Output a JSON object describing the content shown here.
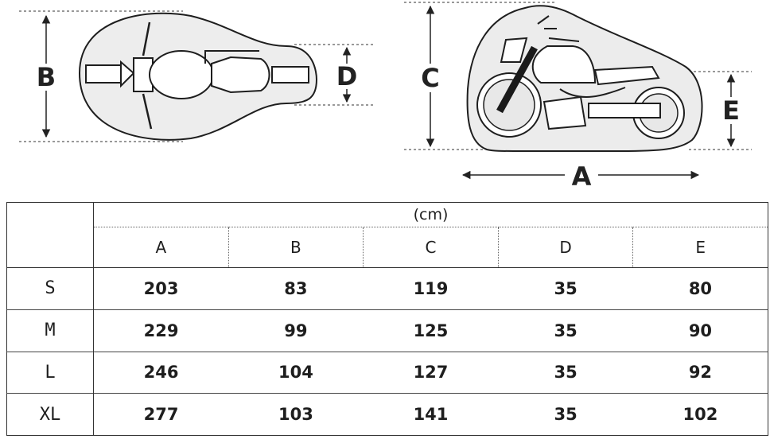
{
  "diagram": {
    "labels": {
      "A": "A",
      "B": "B",
      "C": "C",
      "D": "D",
      "E": "E"
    }
  },
  "table": {
    "unit": "(cm)",
    "columns": [
      "A",
      "B",
      "C",
      "D",
      "E"
    ],
    "rows": [
      {
        "size": "S",
        "values": [
          "203",
          "83",
          "119",
          "35",
          "80"
        ]
      },
      {
        "size": "M",
        "values": [
          "229",
          "99",
          "125",
          "35",
          "90"
        ]
      },
      {
        "size": "L",
        "values": [
          "246",
          "104",
          "127",
          "35",
          "92"
        ]
      },
      {
        "size": "XL",
        "values": [
          "277",
          "103",
          "141",
          "35",
          "102"
        ]
      }
    ]
  }
}
